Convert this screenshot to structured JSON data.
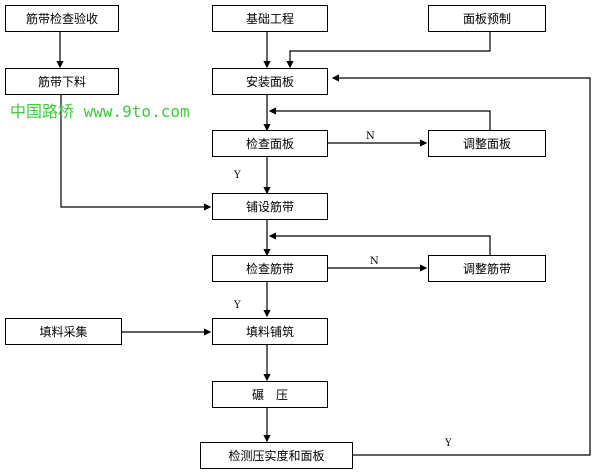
{
  "nodes": {
    "rebar_inspection": "筋带检查验收",
    "foundation": "基础工程",
    "panel_prefab": "面板预制",
    "rebar_cutting": "筋带下料",
    "install_panel": "安装面板",
    "check_panel": "检查面板",
    "adjust_panel": "调整面板",
    "lay_rebar": "铺设筋带",
    "check_rebar": "检查筋带",
    "adjust_rebar": "调整筋带",
    "fill_collect": "填料采集",
    "fill_spread": "填料铺筑",
    "compaction": "碾　压",
    "test_compaction": "检测压实度和面板"
  },
  "edge_labels": {
    "check_panel_no": "N",
    "check_panel_yes": "Y",
    "check_rebar_no": "N",
    "check_rebar_yes": "Y",
    "test_loop_yes": "Y"
  },
  "watermark": "中国路桥 www.9to.com",
  "colors": {
    "line": "#000000",
    "watermark": "#3ccc3c"
  }
}
